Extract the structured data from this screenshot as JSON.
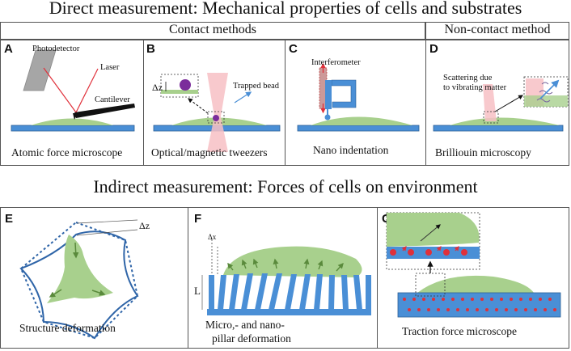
{
  "titles": {
    "direct": "Direct measurement: Mechanical properties of cells and substrates",
    "indirect": "Indirect measurement: Forces of cells on environment"
  },
  "headers": {
    "contact": "Contact methods",
    "noncontact": "Non-contact method"
  },
  "panels": {
    "A": {
      "letter": "A",
      "caption": "Atomic force microscope",
      "labels": {
        "photodetector": "Photodetector",
        "laser": "Laser",
        "cantilever": "Cantilever"
      }
    },
    "B": {
      "letter": "B",
      "caption": "Optical/magnetic tweezers",
      "labels": {
        "dz": "Δz",
        "bead": "Trapped bead"
      }
    },
    "C": {
      "letter": "C",
      "caption": "Nano indentation",
      "labels": {
        "interferometer": "Interferometer"
      }
    },
    "D": {
      "letter": "D",
      "caption": "Brilliouin microscopy",
      "labels": {
        "scattering_line1": "Scattering due",
        "scattering_line2": "to vibrating matter"
      }
    },
    "E": {
      "letter": "E",
      "caption": "Structure deformation",
      "labels": {
        "dz": "Δz"
      }
    },
    "F": {
      "letter": "F",
      "caption_line1": "Micro,- and nano-",
      "caption_line2": "pillar deformation",
      "labels": {
        "dx": "Δx",
        "L": "L"
      }
    },
    "G": {
      "letter": "G",
      "caption": "Traction force microscope"
    }
  },
  "colors": {
    "substrate": "#4a8fd6",
    "cell": "#a8d08d",
    "arrow_green": "#5a8a3c",
    "laser": "#e0303a",
    "beam_pink": "#f7c0c4",
    "bead": "#7b2d9b",
    "frame": "#555555"
  }
}
